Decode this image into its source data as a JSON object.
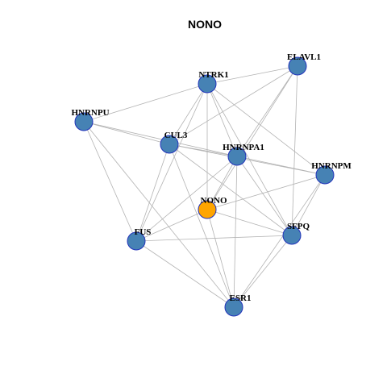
{
  "title": "NONO",
  "colors": {
    "default_node": "#4682b4",
    "focus_node": "#ffa500",
    "node_border": "#2233bb",
    "edge": "#b3b3b3"
  },
  "nodes": [
    {
      "id": "NONO",
      "label": "NONO",
      "focus": true
    },
    {
      "id": "NTRK1",
      "label": "NTRK1",
      "focus": false
    },
    {
      "id": "ELAVL1",
      "label": "ELAVL1",
      "focus": false
    },
    {
      "id": "HNRNPU",
      "label": "HNRNPU",
      "focus": false
    },
    {
      "id": "CUL3",
      "label": "CUL3",
      "focus": false
    },
    {
      "id": "HNRNPA1",
      "label": "HNRNPA1",
      "focus": false
    },
    {
      "id": "HNRNPM",
      "label": "HNRNPM",
      "focus": false
    },
    {
      "id": "FUS",
      "label": "FUS",
      "focus": false
    },
    {
      "id": "SFPQ",
      "label": "SFPQ",
      "focus": false
    },
    {
      "id": "ESR1",
      "label": "ESR1",
      "focus": false
    }
  ],
  "edges": [
    [
      "NTRK1",
      "ELAVL1"
    ],
    [
      "NTRK1",
      "HNRNPU"
    ],
    [
      "NTRK1",
      "CUL3"
    ],
    [
      "NTRK1",
      "HNRNPA1"
    ],
    [
      "NTRK1",
      "HNRNPM"
    ],
    [
      "NTRK1",
      "NONO"
    ],
    [
      "NTRK1",
      "FUS"
    ],
    [
      "NTRK1",
      "SFPQ"
    ],
    [
      "ELAVL1",
      "CUL3"
    ],
    [
      "ELAVL1",
      "HNRNPA1"
    ],
    [
      "ELAVL1",
      "SFPQ"
    ],
    [
      "ELAVL1",
      "NONO"
    ],
    [
      "HNRNPU",
      "CUL3"
    ],
    [
      "HNRNPU",
      "HNRNPA1"
    ],
    [
      "HNRNPU",
      "FUS"
    ],
    [
      "HNRNPU",
      "ESR1"
    ],
    [
      "CUL3",
      "HNRNPA1"
    ],
    [
      "CUL3",
      "HNRNPM"
    ],
    [
      "CUL3",
      "FUS"
    ],
    [
      "CUL3",
      "ESR1"
    ],
    [
      "CUL3",
      "SFPQ"
    ],
    [
      "HNRNPA1",
      "HNRNPM"
    ],
    [
      "HNRNPA1",
      "FUS"
    ],
    [
      "HNRNPA1",
      "SFPQ"
    ],
    [
      "HNRNPA1",
      "ESR1"
    ],
    [
      "HNRNPA1",
      "NONO"
    ],
    [
      "HNRNPM",
      "NONO"
    ],
    [
      "HNRNPM",
      "SFPQ"
    ],
    [
      "HNRNPM",
      "ESR1"
    ],
    [
      "NONO",
      "FUS"
    ],
    [
      "NONO",
      "SFPQ"
    ],
    [
      "NONO",
      "ESR1"
    ],
    [
      "FUS",
      "SFPQ"
    ],
    [
      "FUS",
      "ESR1"
    ],
    [
      "SFPQ",
      "ESR1"
    ]
  ]
}
